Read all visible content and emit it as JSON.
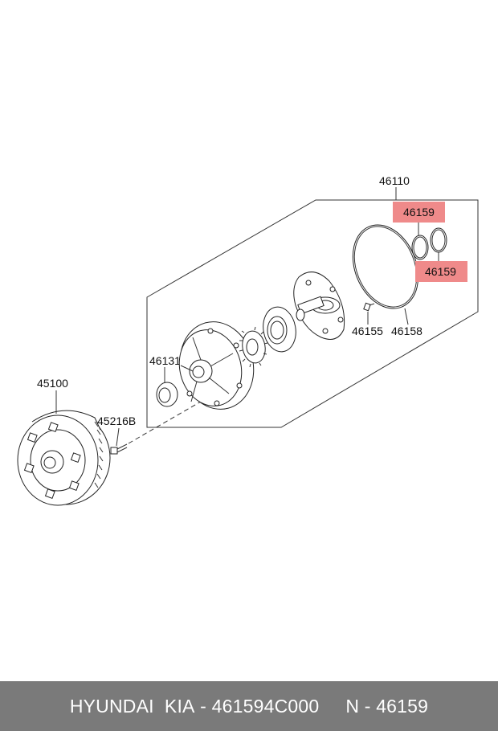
{
  "parts": {
    "assembly": "46110",
    "ring_top": "46159",
    "ring_bottom": "46159",
    "gasket": "46158",
    "pin": "46155",
    "seal": "46131",
    "converter": "45100",
    "bolt": "45216B"
  },
  "footer": {
    "brand": "HYUNDAI  KIA",
    "separator1": " - ",
    "part_number": "461594C000",
    "gap": "     ",
    "n_label": "N",
    "separator2": " - ",
    "n_value": "46159"
  },
  "colors": {
    "highlight": "#ef8a8a",
    "footer_bg": "#7a7a7a"
  }
}
